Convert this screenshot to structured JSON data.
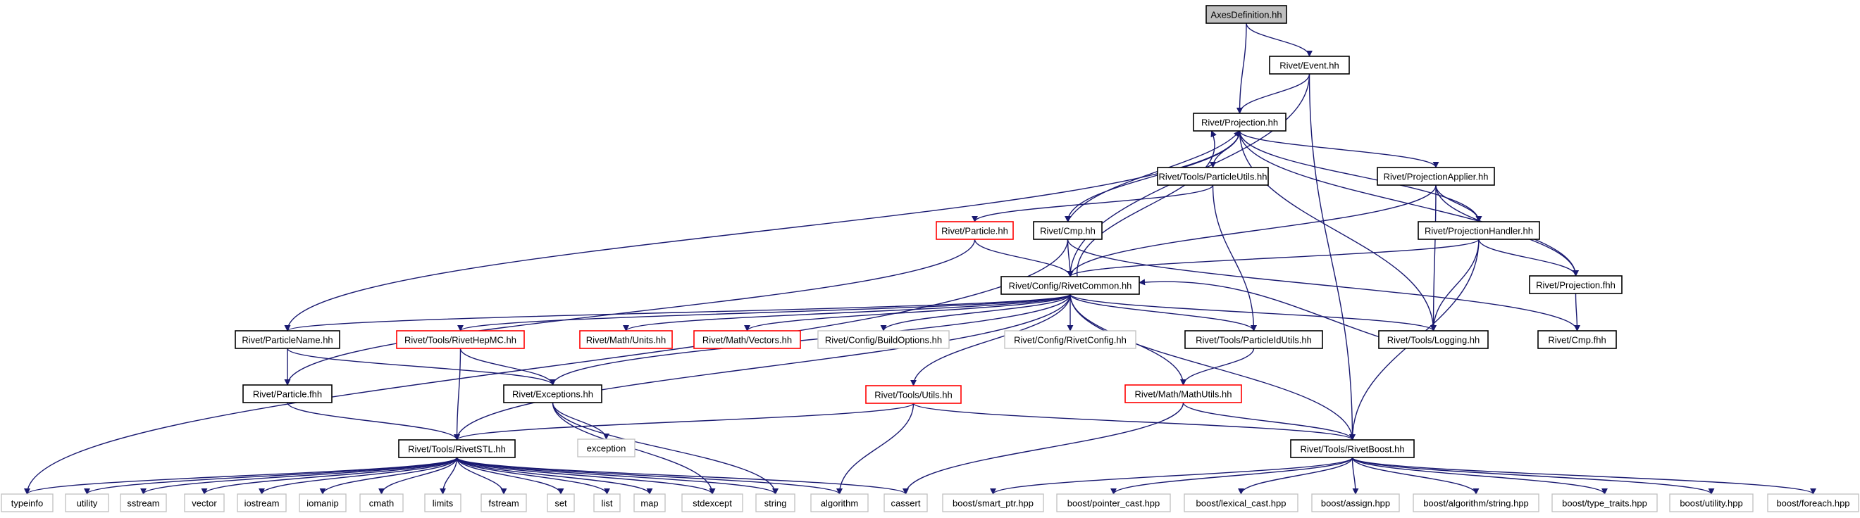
{
  "diagram": {
    "nodes": [
      {
        "id": "root",
        "label": "AxesDefinition.hh",
        "style": "root"
      },
      {
        "id": "event",
        "label": "Rivet/Event.hh",
        "style": "normal"
      },
      {
        "id": "projection",
        "label": "Rivet/Projection.hh",
        "style": "normal"
      },
      {
        "id": "particleutils",
        "label": "Rivet/Tools/ParticleUtils.hh",
        "style": "normal"
      },
      {
        "id": "projapplier",
        "label": "Rivet/ProjectionApplier.hh",
        "style": "normal"
      },
      {
        "id": "particle",
        "label": "Rivet/Particle.hh",
        "style": "red"
      },
      {
        "id": "cmp",
        "label": "Rivet/Cmp.hh",
        "style": "normal"
      },
      {
        "id": "projhandler",
        "label": "Rivet/ProjectionHandler.hh",
        "style": "normal"
      },
      {
        "id": "rivetcommon",
        "label": "Rivet/Config/RivetCommon.hh",
        "style": "normal"
      },
      {
        "id": "projfhh",
        "label": "Rivet/Projection.fhh",
        "style": "normal"
      },
      {
        "id": "particlename",
        "label": "Rivet/ParticleName.hh",
        "style": "normal"
      },
      {
        "id": "hepmc",
        "label": "Rivet/Tools/RivetHepMC.hh",
        "style": "red"
      },
      {
        "id": "units",
        "label": "Rivet/Math/Units.hh",
        "style": "red"
      },
      {
        "id": "vectors",
        "label": "Rivet/Math/Vectors.hh",
        "style": "red"
      },
      {
        "id": "buildoptions",
        "label": "Rivet/Config/BuildOptions.hh",
        "style": "gray"
      },
      {
        "id": "particleidutils",
        "label": "Rivet/Tools/ParticleIdUtils.hh",
        "style": "normal"
      },
      {
        "id": "logging",
        "label": "Rivet/Tools/Logging.hh",
        "style": "normal"
      },
      {
        "id": "cmpfhh",
        "label": "Rivet/Cmp.fhh",
        "style": "normal"
      },
      {
        "id": "rivetconfig",
        "label": "Rivet/Config/RivetConfig.hh",
        "style": "gray"
      },
      {
        "id": "particlefhh",
        "label": "Rivet/Particle.fhh",
        "style": "normal"
      },
      {
        "id": "exceptions",
        "label": "Rivet/Exceptions.hh",
        "style": "normal"
      },
      {
        "id": "utils",
        "label": "Rivet/Tools/Utils.hh",
        "style": "red"
      },
      {
        "id": "mathutils",
        "label": "Rivet/Math/MathUtils.hh",
        "style": "red"
      },
      {
        "id": "exception",
        "label": "exception",
        "style": "gray"
      },
      {
        "id": "rivetstl",
        "label": "Rivet/Tools/RivetSTL.hh",
        "style": "normal"
      },
      {
        "id": "rivetboost",
        "label": "Rivet/Tools/RivetBoost.hh",
        "style": "normal"
      },
      {
        "id": "typeinfo",
        "label": "typeinfo",
        "style": "gray"
      },
      {
        "id": "utility",
        "label": "utility",
        "style": "gray"
      },
      {
        "id": "sstream",
        "label": "sstream",
        "style": "gray"
      },
      {
        "id": "vector",
        "label": "vector",
        "style": "gray"
      },
      {
        "id": "iostream",
        "label": "iostream",
        "style": "gray"
      },
      {
        "id": "iomanip",
        "label": "iomanip",
        "style": "gray"
      },
      {
        "id": "cmath",
        "label": "cmath",
        "style": "gray"
      },
      {
        "id": "limits",
        "label": "limits",
        "style": "gray"
      },
      {
        "id": "fstream",
        "label": "fstream",
        "style": "gray"
      },
      {
        "id": "set",
        "label": "set",
        "style": "gray"
      },
      {
        "id": "list",
        "label": "list",
        "style": "gray"
      },
      {
        "id": "map",
        "label": "map",
        "style": "gray"
      },
      {
        "id": "stdexcept",
        "label": "stdexcept",
        "style": "gray"
      },
      {
        "id": "string",
        "label": "string",
        "style": "gray"
      },
      {
        "id": "algorithm",
        "label": "algorithm",
        "style": "gray"
      },
      {
        "id": "cassert",
        "label": "cassert",
        "style": "gray"
      },
      {
        "id": "smartptr",
        "label": "boost/smart_ptr.hpp",
        "style": "gray"
      },
      {
        "id": "pointercast",
        "label": "boost/pointer_cast.hpp",
        "style": "gray"
      },
      {
        "id": "lexicalcast",
        "label": "boost/lexical_cast.hpp",
        "style": "gray"
      },
      {
        "id": "assign",
        "label": "boost/assign.hpp",
        "style": "gray"
      },
      {
        "id": "algstring",
        "label": "boost/algorithm/string.hpp",
        "style": "gray"
      },
      {
        "id": "typetraits",
        "label": "boost/type_traits.hpp",
        "style": "gray"
      },
      {
        "id": "boostutility",
        "label": "boost/utility.hpp",
        "style": "gray"
      },
      {
        "id": "foreach",
        "label": "boost/foreach.hpp",
        "style": "gray"
      }
    ],
    "edges": [
      [
        "root",
        "event"
      ],
      [
        "root",
        "projection"
      ],
      [
        "event",
        "projection"
      ],
      [
        "event",
        "rivetcommon"
      ],
      [
        "event",
        "rivetboost"
      ],
      [
        "projection",
        "particleutils"
      ],
      [
        "projection",
        "projapplier"
      ],
      [
        "projection",
        "cmp"
      ],
      [
        "projection",
        "projhandler"
      ],
      [
        "projection",
        "projfhh"
      ],
      [
        "projection",
        "logging"
      ],
      [
        "projection",
        "particlename"
      ],
      [
        "particleutils",
        "particle"
      ],
      [
        "particleutils",
        "particleidutils"
      ],
      [
        "projapplier",
        "projhandler"
      ],
      [
        "projapplier",
        "projfhh"
      ],
      [
        "projapplier",
        "rivetcommon"
      ],
      [
        "projapplier",
        "logging"
      ],
      [
        "particle",
        "rivetcommon"
      ],
      [
        "particle",
        "particlefhh"
      ],
      [
        "cmp",
        "projection"
      ],
      [
        "cmp",
        "rivetcommon"
      ],
      [
        "cmp",
        "cmpfhh"
      ],
      [
        "cmp",
        "typeinfo"
      ],
      [
        "projhandler",
        "rivetcommon"
      ],
      [
        "projhandler",
        "projfhh"
      ],
      [
        "projhandler",
        "logging"
      ],
      [
        "projhandler",
        "rivetboost"
      ],
      [
        "rivetcommon",
        "projection"
      ],
      [
        "rivetcommon",
        "particlename"
      ],
      [
        "rivetcommon",
        "hepmc"
      ],
      [
        "rivetcommon",
        "units"
      ],
      [
        "rivetcommon",
        "vectors"
      ],
      [
        "rivetcommon",
        "buildoptions"
      ],
      [
        "rivetcommon",
        "rivetconfig"
      ],
      [
        "rivetcommon",
        "particleidutils"
      ],
      [
        "rivetcommon",
        "logging"
      ],
      [
        "rivetcommon",
        "exceptions"
      ],
      [
        "rivetcommon",
        "utils"
      ],
      [
        "rivetcommon",
        "mathutils"
      ],
      [
        "rivetcommon",
        "rivetboost"
      ],
      [
        "rivetcommon",
        "rivetstl"
      ],
      [
        "logging",
        "rivetcommon"
      ],
      [
        "projfhh",
        "cmpfhh"
      ],
      [
        "particlename",
        "particlefhh"
      ],
      [
        "particlename",
        "exceptions"
      ],
      [
        "hepmc",
        "exceptions"
      ],
      [
        "hepmc",
        "rivetstl"
      ],
      [
        "particleidutils",
        "mathutils"
      ],
      [
        "particlefhh",
        "rivetstl"
      ],
      [
        "exceptions",
        "exception"
      ],
      [
        "exceptions",
        "stdexcept"
      ],
      [
        "exceptions",
        "string"
      ],
      [
        "utils",
        "rivetstl"
      ],
      [
        "utils",
        "rivetboost"
      ],
      [
        "utils",
        "algorithm"
      ],
      [
        "mathutils",
        "rivetboost"
      ],
      [
        "mathutils",
        "cassert"
      ],
      [
        "rivetstl",
        "typeinfo"
      ],
      [
        "rivetstl",
        "utility"
      ],
      [
        "rivetstl",
        "sstream"
      ],
      [
        "rivetstl",
        "vector"
      ],
      [
        "rivetstl",
        "iostream"
      ],
      [
        "rivetstl",
        "iomanip"
      ],
      [
        "rivetstl",
        "cmath"
      ],
      [
        "rivetstl",
        "limits"
      ],
      [
        "rivetstl",
        "fstream"
      ],
      [
        "rivetstl",
        "set"
      ],
      [
        "rivetstl",
        "list"
      ],
      [
        "rivetstl",
        "map"
      ],
      [
        "rivetstl",
        "stdexcept"
      ],
      [
        "rivetstl",
        "string"
      ],
      [
        "rivetstl",
        "algorithm"
      ],
      [
        "rivetstl",
        "cassert"
      ],
      [
        "rivetboost",
        "smartptr"
      ],
      [
        "rivetboost",
        "pointercast"
      ],
      [
        "rivetboost",
        "lexicalcast"
      ],
      [
        "rivetboost",
        "assign"
      ],
      [
        "rivetboost",
        "algstring"
      ],
      [
        "rivetboost",
        "typetraits"
      ],
      [
        "rivetboost",
        "boostutility"
      ],
      [
        "rivetboost",
        "foreach"
      ]
    ]
  },
  "colors": {
    "edge": "#191970",
    "border_normal": "#000000",
    "border_red": "#ff0000",
    "border_gray": "#bfbfbf",
    "root_fill": "#bfbfbf",
    "text": "#000000"
  }
}
